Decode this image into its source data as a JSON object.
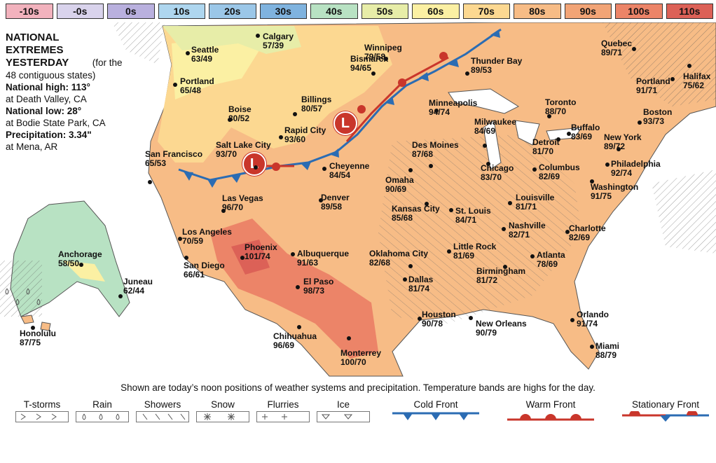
{
  "legend": {
    "bands": [
      {
        "label": "-10s",
        "color": "#f2b2bd"
      },
      {
        "label": "-0s",
        "color": "#d9d3ec"
      },
      {
        "label": "0s",
        "color": "#b9b0de"
      },
      {
        "label": "10s",
        "color": "#aed6ef"
      },
      {
        "label": "20s",
        "color": "#9bc7e8"
      },
      {
        "label": "30s",
        "color": "#7fb3df"
      },
      {
        "label": "40s",
        "color": "#b8e2c3"
      },
      {
        "label": "50s",
        "color": "#e7eda8"
      },
      {
        "label": "60s",
        "color": "#fbf0a3"
      },
      {
        "label": "70s",
        "color": "#fcd891"
      },
      {
        "label": "80s",
        "color": "#f7bc86"
      },
      {
        "label": "90s",
        "color": "#f2a476"
      },
      {
        "label": "100s",
        "color": "#ec8468"
      },
      {
        "label": "110s",
        "color": "#dc6157"
      }
    ]
  },
  "extremes": {
    "heading": "NATIONAL EXTREMES YESTERDAY",
    "heading_note": "(for the 48 contiguous states)",
    "high_label": "National high: 113°",
    "high_place": "at Death Valley, CA",
    "low_label": "National low: 28°",
    "low_place": "at Bodie State Park, CA",
    "precip_label": "Precipitation: 3.34\"",
    "precip_place": "at Mena, AR"
  },
  "cities": [
    {
      "name": "Calgary",
      "temps": "57/39"
    },
    {
      "name": "Winnipeg",
      "temps": "79/58"
    },
    {
      "name": "Quebec",
      "temps": "89/71"
    },
    {
      "name": "Seattle",
      "temps": "63/49"
    },
    {
      "name": "Thunder Bay",
      "temps": "89/53"
    },
    {
      "name": "Portland",
      "temps": "65/48"
    },
    {
      "name": "Bismarck",
      "temps": "94/65"
    },
    {
      "name": "Portland",
      "temps": "91/71"
    },
    {
      "name": "Halifax",
      "temps": "75/62"
    },
    {
      "name": "Billings",
      "temps": "80/57"
    },
    {
      "name": "Minneapolis",
      "temps": "94/74"
    },
    {
      "name": "Toronto",
      "temps": "88/70"
    },
    {
      "name": "Boston",
      "temps": "93/73"
    },
    {
      "name": "Boise",
      "temps": "80/52"
    },
    {
      "name": "Milwaukee",
      "temps": "84/69"
    },
    {
      "name": "Buffalo",
      "temps": "83/69"
    },
    {
      "name": "Rapid City",
      "temps": "93/60"
    },
    {
      "name": "Detroit",
      "temps": "81/70"
    },
    {
      "name": "New York",
      "temps": "89/72"
    },
    {
      "name": "Salt Lake City",
      "temps": "93/70"
    },
    {
      "name": "Des Moines",
      "temps": "87/68"
    },
    {
      "name": "San Francisco",
      "temps": "65/53"
    },
    {
      "name": "Philadelphia",
      "temps": "92/74"
    },
    {
      "name": "Cheyenne",
      "temps": "84/54"
    },
    {
      "name": "Chicago",
      "temps": "83/70"
    },
    {
      "name": "Columbus",
      "temps": "82/69"
    },
    {
      "name": "Washington",
      "temps": "91/75"
    },
    {
      "name": "Omaha",
      "temps": "90/69"
    },
    {
      "name": "Las Vegas",
      "temps": "96/70"
    },
    {
      "name": "Denver",
      "temps": "89/58"
    },
    {
      "name": "Louisville",
      "temps": "81/71"
    },
    {
      "name": "Kansas City",
      "temps": "85/68"
    },
    {
      "name": "St. Louis",
      "temps": "84/71"
    },
    {
      "name": "Nashville",
      "temps": "82/71"
    },
    {
      "name": "Charlotte",
      "temps": "82/69"
    },
    {
      "name": "Los Angeles",
      "temps": "70/59"
    },
    {
      "name": "Phoenix",
      "temps": "101/74"
    },
    {
      "name": "Albuquerque",
      "temps": "91/63"
    },
    {
      "name": "Oklahoma City",
      "temps": "82/68"
    },
    {
      "name": "Little Rock",
      "temps": "81/69"
    },
    {
      "name": "Atlanta",
      "temps": "78/69"
    },
    {
      "name": "Anchorage",
      "temps": "58/50"
    },
    {
      "name": "San Diego",
      "temps": "66/61"
    },
    {
      "name": "Birmingham",
      "temps": "81/72"
    },
    {
      "name": "Juneau",
      "temps": "62/44"
    },
    {
      "name": "Dallas",
      "temps": "81/74"
    },
    {
      "name": "El Paso",
      "temps": "98/73"
    },
    {
      "name": "Houston",
      "temps": "90/78"
    },
    {
      "name": "Orlando",
      "temps": "91/74"
    },
    {
      "name": "New Orleans",
      "temps": "90/79"
    },
    {
      "name": "Honolulu",
      "temps": "87/75"
    },
    {
      "name": "Chihuahua",
      "temps": "96/69"
    },
    {
      "name": "Miami",
      "temps": "88/79"
    },
    {
      "name": "Monterrey",
      "temps": "100/70"
    }
  ],
  "lows": [
    {
      "label": "L"
    },
    {
      "label": "L"
    }
  ],
  "caption": "Shown are today’s noon positions of weather systems and precipitation. Temperature bands are highs for the day.",
  "key": {
    "precip": [
      "T-storms",
      "Rain",
      "Showers",
      "Snow",
      "Flurries",
      "Ice"
    ],
    "fronts": [
      "Cold Front",
      "Warm Front",
      "Stationary Front"
    ]
  },
  "colors": {
    "cold_front": "#2b6cb3",
    "warm_front": "#c9362b"
  }
}
